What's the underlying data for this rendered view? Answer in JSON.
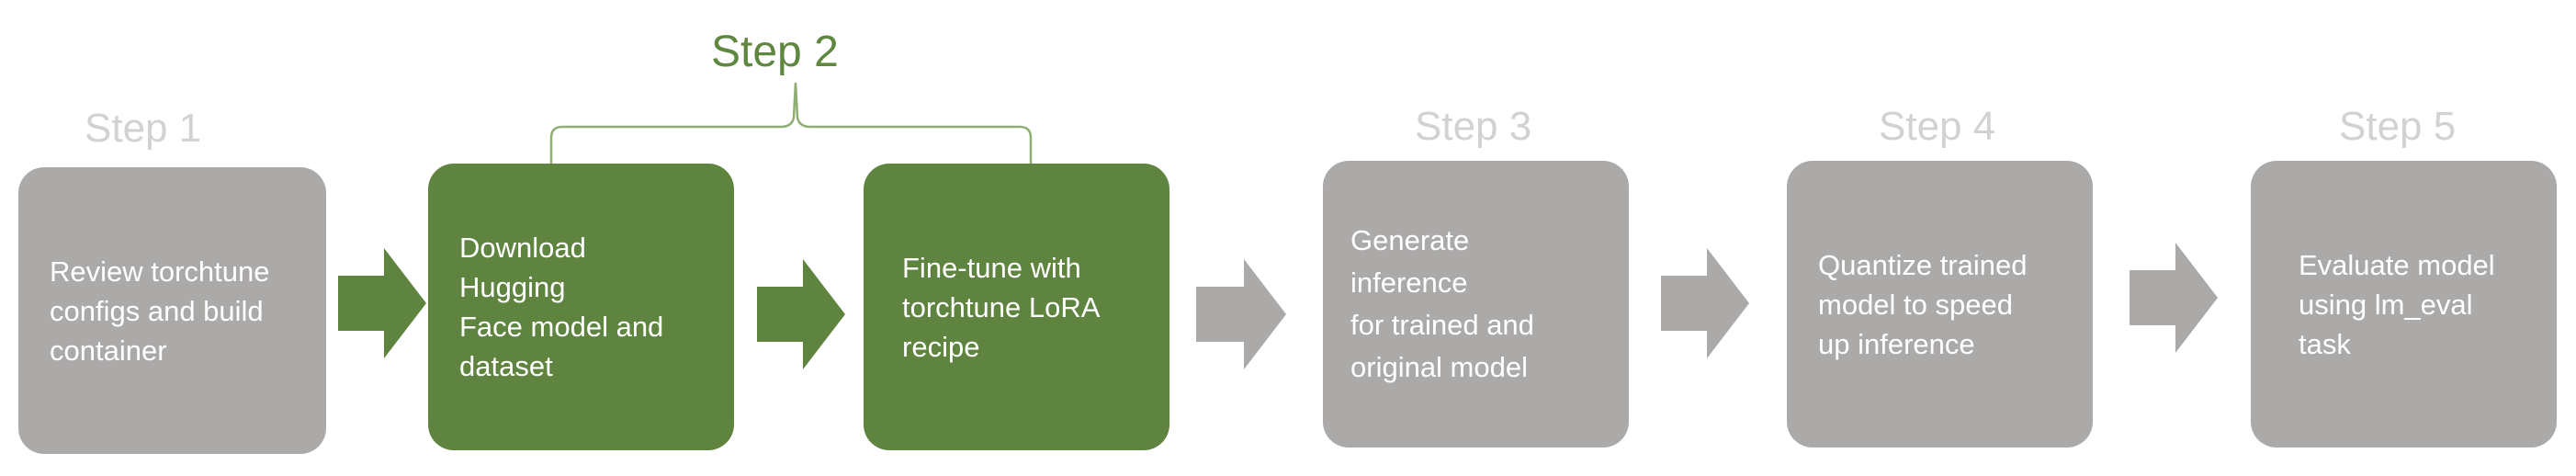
{
  "diagram": {
    "steps": [
      {
        "id": "step1",
        "label": "Step 1",
        "text": "Review torchtune\nconfigs and build\ncontainer",
        "active": false
      },
      {
        "id": "step2a",
        "label": "",
        "text": "Download Hugging\nFace model and\ndataset",
        "active": true
      },
      {
        "id": "step2b",
        "label": "",
        "text": "Fine-tune with\ntorchtune LoRA\nrecipe",
        "active": true
      },
      {
        "id": "step3",
        "label": "Step 3",
        "text": "Generate inference\nfor trained and\noriginal model",
        "active": false
      },
      {
        "id": "step4",
        "label": "Step 4",
        "text": "Quantize trained\nmodel to speed\nup inference",
        "active": false
      },
      {
        "id": "step5",
        "label": "Step 5",
        "text": "Evaluate model\nusing lm_eval\ntask",
        "active": false
      }
    ],
    "group_label": "Step 2",
    "colors": {
      "inactive_box": "#acaaa9",
      "active_box": "#5f8440",
      "inactive_label": "#d2d2d2",
      "active_label": "#5f8740",
      "arrow_green": "#5f8440",
      "arrow_gray": "#acaaa9",
      "brace": "#8fae74",
      "box_text": "#ffffff"
    }
  }
}
